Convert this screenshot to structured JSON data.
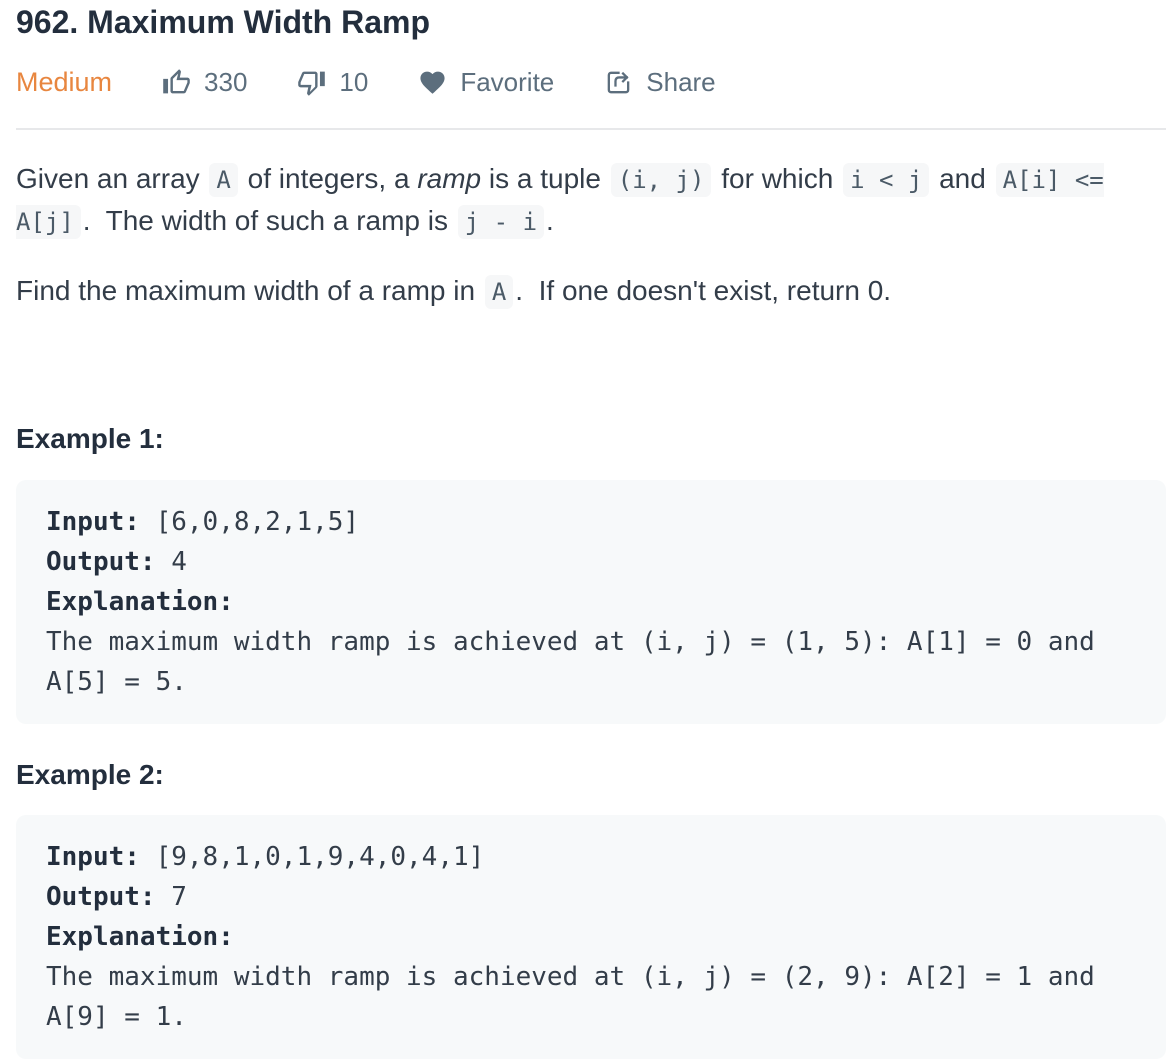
{
  "header": {
    "title": "962. Maximum Width Ramp",
    "difficulty": "Medium",
    "likes": "330",
    "dislikes": "10",
    "favorite_label": "Favorite",
    "share_label": "Share"
  },
  "icons": {
    "like": "thumbs-up-icon",
    "dislike": "thumbs-down-icon",
    "favorite": "heart-icon",
    "share": "share-icon"
  },
  "colors": {
    "difficulty_medium": "#e8863f",
    "meta_slate": "#5c6e7d",
    "title_text": "#232e3d",
    "body_text": "#333d49",
    "inline_code_text": "#4b5a67",
    "inline_code_bg": "#f6f7f8",
    "example_block_bg": "#f7f9fa",
    "divider": "#e7e8ea",
    "page_bg": "#ffffff"
  },
  "description": {
    "paragraphs": [
      {
        "segments": [
          {
            "t": "text",
            "v": "Given an array "
          },
          {
            "t": "code",
            "v": "A"
          },
          {
            "t": "text",
            "v": " of integers, a "
          },
          {
            "t": "em",
            "v": "ramp"
          },
          {
            "t": "text",
            "v": " is a tuple "
          },
          {
            "t": "code",
            "v": "(i, j)"
          },
          {
            "t": "text",
            "v": " for which "
          },
          {
            "t": "code",
            "v": "i < j"
          },
          {
            "t": "text",
            "v": " and "
          },
          {
            "t": "code",
            "v": "A[i] <= A[j]"
          },
          {
            "t": "text",
            "v": ".  The width of such a ramp is "
          },
          {
            "t": "code",
            "v": "j - i"
          },
          {
            "t": "text",
            "v": "."
          }
        ]
      },
      {
        "segments": [
          {
            "t": "text",
            "v": "Find the maximum width of a ramp in "
          },
          {
            "t": "code",
            "v": "A"
          },
          {
            "t": "text",
            "v": ".  If one doesn't exist, return 0."
          }
        ]
      }
    ]
  },
  "examples": [
    {
      "heading": "Example 1:",
      "lines": [
        {
          "label": "Input:",
          "text": " [6,0,8,2,1,5]"
        },
        {
          "label": "Output:",
          "text": " 4"
        },
        {
          "label": "Explanation:",
          "text": ""
        },
        {
          "label": "",
          "text": "The maximum width ramp is achieved at (i, j) = (1, 5): A[1] = 0 and A[5] = 5."
        }
      ]
    },
    {
      "heading": "Example 2:",
      "lines": [
        {
          "label": "Input:",
          "text": " [9,8,1,0,1,9,4,0,4,1]"
        },
        {
          "label": "Output:",
          "text": " 7"
        },
        {
          "label": "Explanation:",
          "text": ""
        },
        {
          "label": "",
          "text": "The maximum width ramp is achieved at (i, j) = (2, 9): A[2] = 1 and A[9] = 1."
        }
      ]
    }
  ]
}
